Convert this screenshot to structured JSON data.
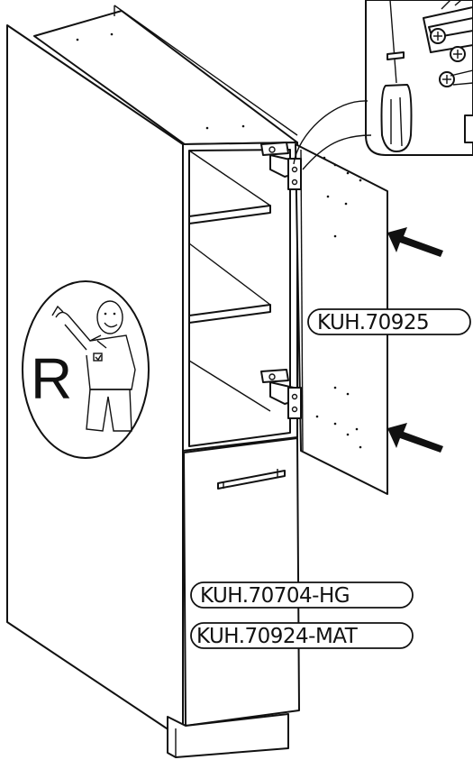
{
  "labels": {
    "door_upper": "KUH.70925",
    "handle": "KUH.70704-HG",
    "door_lower": "KUH.70924-MAT"
  },
  "badge": {
    "letter": "R",
    "icon": "person-pointing-icon"
  },
  "colors": {
    "line": "#111111",
    "background": "#ffffff"
  }
}
